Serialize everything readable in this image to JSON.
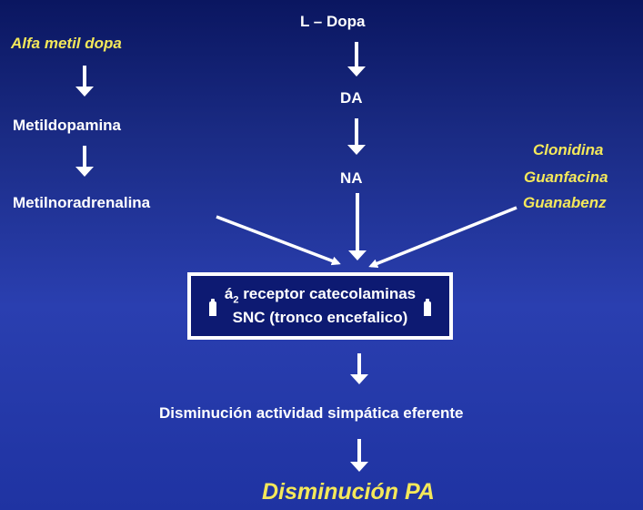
{
  "left_chain": {
    "drug": "Alfa metil dopa",
    "step1": "Metildopamina",
    "step2": "Metilnoradrenalina"
  },
  "center_chain": {
    "precursor": "L – Dopa",
    "step1": "DA",
    "step2": "NA"
  },
  "right_drugs": {
    "drug1": "Clonidina",
    "drug2": "Guanfacina",
    "drug3": "Guanabenz"
  },
  "receptor_box": {
    "line1_prefix": "á",
    "line1_sub": "2",
    "line1_suffix": " receptor catecolaminas",
    "line2": "SNC (tronco encefalico)"
  },
  "effect": "Disminución actividad simpática  eferente",
  "result": "Disminución PA",
  "colors": {
    "background_top": "#0a1660",
    "background_bottom": "#2a3fb0",
    "drug_text": "#f4e85a",
    "text": "#ffffff",
    "box_fill": "#0d1a72"
  }
}
